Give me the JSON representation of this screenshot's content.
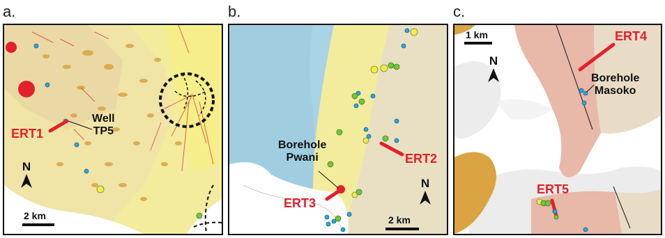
{
  "panels": {
    "a": {
      "letter": "a.",
      "profile_label": "ERT1",
      "well_label_line1": "Well",
      "well_label_line2": "TP5",
      "north": "N",
      "scale": "2 km"
    },
    "b": {
      "letter": "b.",
      "profile_label_1": "ERT2",
      "profile_label_2": "ERT3",
      "borehole_line1": "Borehole",
      "borehole_line2": "Pwani",
      "north": "N",
      "scale": "2 km"
    },
    "c": {
      "letter": "c.",
      "profile_label_1": "ERT4",
      "profile_label_2": "ERT5",
      "borehole_line1": "Borehole",
      "borehole_line2": "Masoko",
      "north": "N",
      "scale": "1 km"
    }
  },
  "colors": {
    "ert_line": "#e4202a",
    "volcanic_yellow": "#f3ec9c",
    "lake_blue": "#a9d4e6",
    "sediment_tan": "#e9e0c4",
    "rock_pink": "#e8b8a8",
    "point_blue": "#2aa6e0",
    "point_green": "#72c83c",
    "point_yellow": "#f4ef38"
  }
}
